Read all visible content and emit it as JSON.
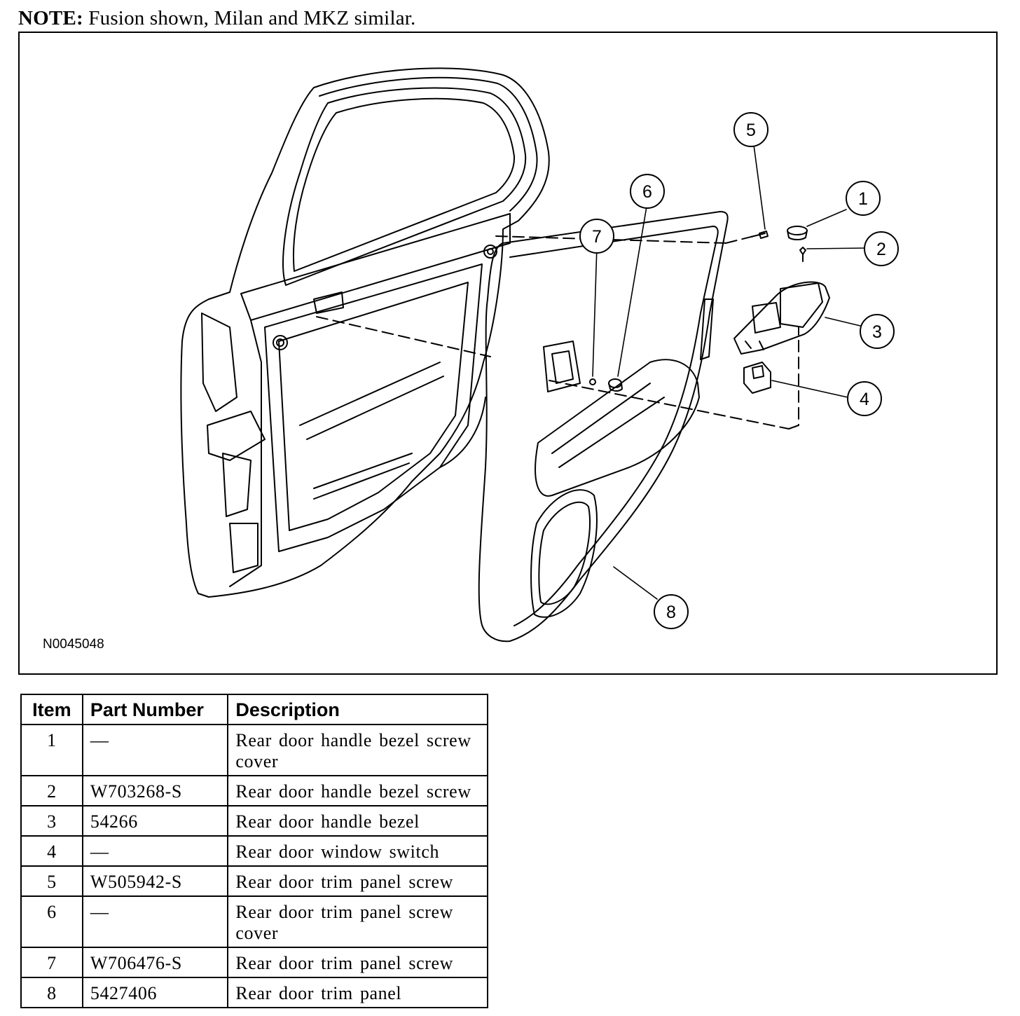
{
  "note": {
    "label": "NOTE:",
    "text": "Fusion shown, Milan and MKZ similar."
  },
  "figure": {
    "id": "N0045048",
    "callouts": [
      "1",
      "2",
      "3",
      "4",
      "5",
      "6",
      "7",
      "8"
    ]
  },
  "table": {
    "headers": {
      "item": "Item",
      "part_number": "Part Number",
      "description": "Description"
    },
    "rows": [
      {
        "item": "1",
        "part_number": "—",
        "description": "Rear door handle bezel screw cover"
      },
      {
        "item": "2",
        "part_number": "W703268-S",
        "description": "Rear door handle bezel screw"
      },
      {
        "item": "3",
        "part_number": "54266",
        "description": "Rear door handle bezel"
      },
      {
        "item": "4",
        "part_number": "—",
        "description": "Rear door window switch"
      },
      {
        "item": "5",
        "part_number": "W505942-S",
        "description": "Rear door trim panel screw"
      },
      {
        "item": "6",
        "part_number": "—",
        "description": "Rear door trim panel screw cover"
      },
      {
        "item": "7",
        "part_number": "W706476-S",
        "description": "Rear door trim panel screw"
      },
      {
        "item": "8",
        "part_number": "5427406",
        "description": "Rear door trim panel"
      }
    ]
  }
}
